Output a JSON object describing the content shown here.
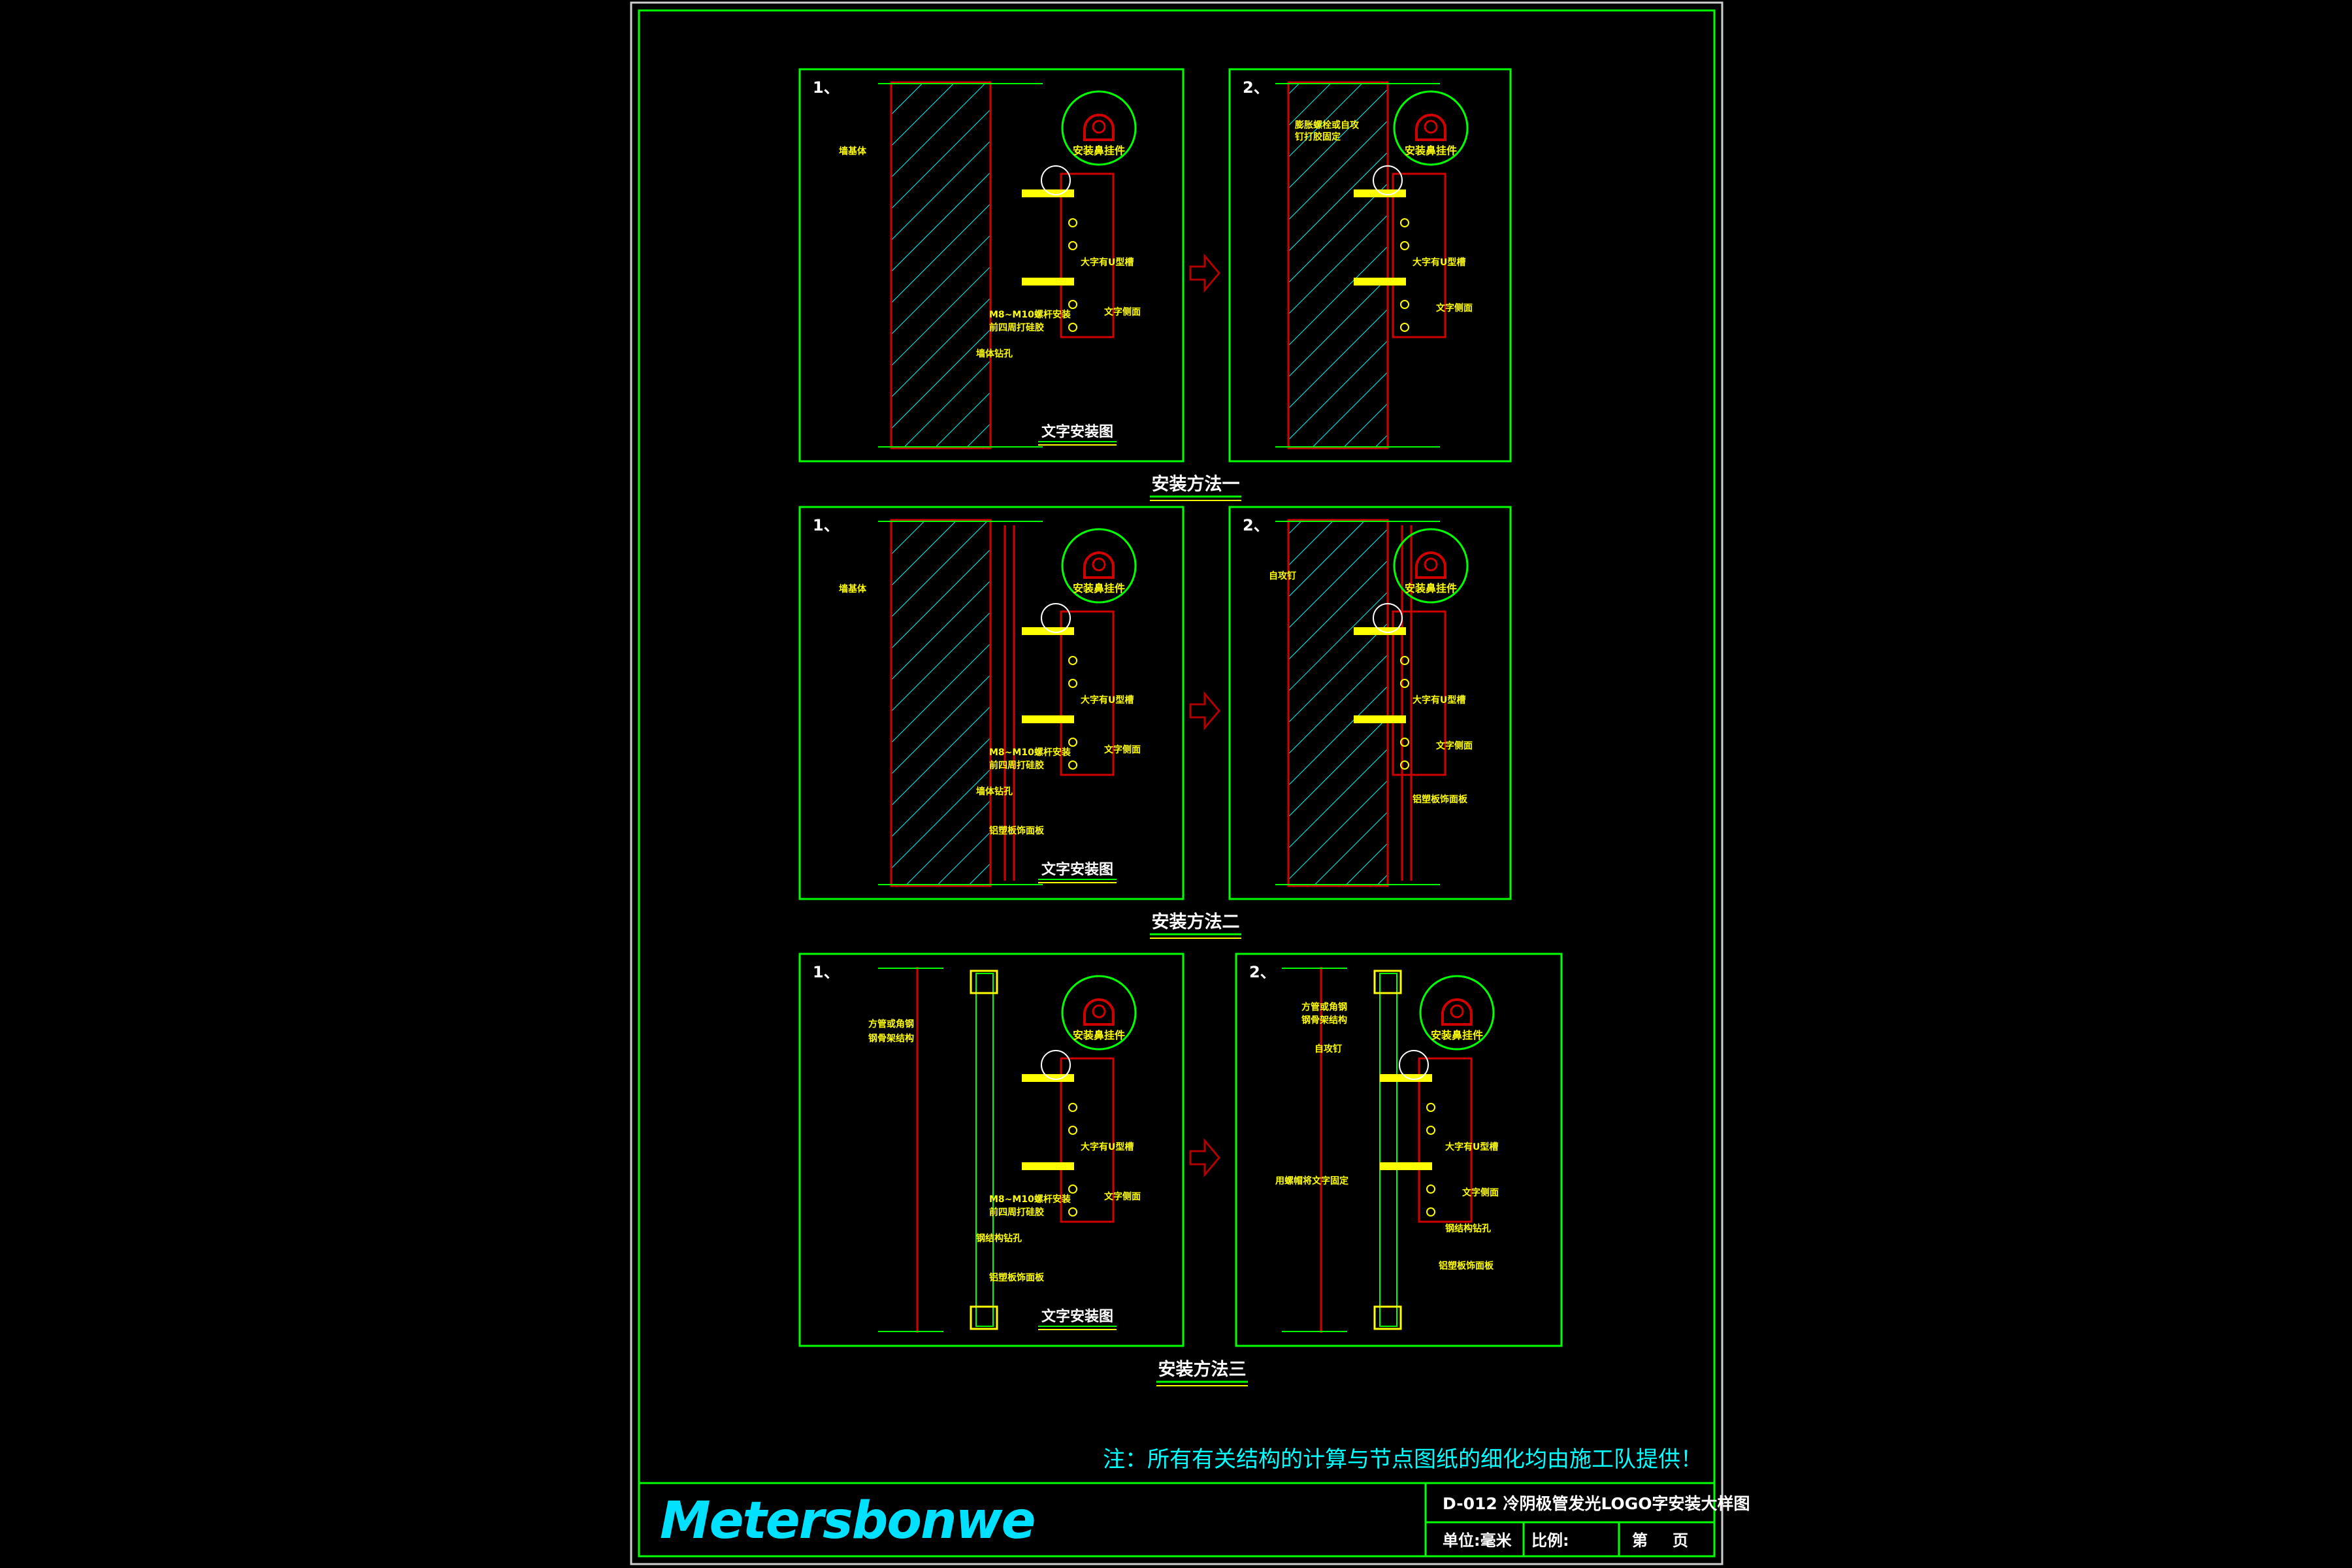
{
  "colors": {
    "background": "#000000",
    "frame": "#00ff00",
    "wall_hatch": "#00ffff",
    "section_red": "#d00000",
    "annotation": "#ffff00",
    "title": "#ffffff",
    "note": "#00ffff",
    "logo": "#00e0ff",
    "arrow": "#b00000"
  },
  "rows": [
    {
      "caption": "安装方法一",
      "left_panel": {
        "index": "1、",
        "detail_label": "安装鼻挂件",
        "labels": [
          "墙基体",
          "大字有U型槽",
          "文字侧面",
          "M8~M10螺杆安装",
          "前四周打硅胶",
          "墙体钻孔"
        ],
        "bottom_title": "文字安装图"
      },
      "right_panel": {
        "index": "2、",
        "detail_label": "安装鼻挂件",
        "labels": [
          "膨胀螺栓或自攻",
          "钉打胶固定",
          "大字有U型槽",
          "文字侧面"
        ]
      }
    },
    {
      "caption": "安装方法二",
      "left_panel": {
        "index": "1、",
        "detail_label": "安装鼻挂件",
        "labels": [
          "墙基体",
          "大字有U型槽",
          "文字侧面",
          "M8~M10螺杆安装",
          "前四周打硅胶",
          "墙体钻孔",
          "铝塑板饰面板"
        ],
        "bottom_title": "文字安装图"
      },
      "right_panel": {
        "index": "2、",
        "detail_label": "安装鼻挂件",
        "labels": [
          "自攻钉",
          "大字有U型槽",
          "文字侧面",
          "铝塑板饰面板"
        ]
      }
    },
    {
      "caption": "安装方法三",
      "left_panel": {
        "index": "1、",
        "detail_label": "安装鼻挂件",
        "labels": [
          "方管或角钢",
          "钢骨架结构",
          "大字有U型槽",
          "文字侧面",
          "M8~M10螺杆安装",
          "前四周打硅胶",
          "钢结构钻孔",
          "铝塑板饰面板"
        ],
        "bottom_title": "文字安装图"
      },
      "right_panel": {
        "index": "2、",
        "detail_label": "安装鼻挂件",
        "labels": [
          "方管或角钢",
          "钢骨架结构",
          "自攻钉",
          "大字有U型槽",
          "用螺帽将文字固定",
          "文字侧面",
          "钢结构钻孔",
          "铝塑板饰面板"
        ]
      }
    }
  ],
  "note": "注：所有有关结构的计算与节点图纸的细化均由施工队提供！",
  "title_block": {
    "logo": "Metersbonwe",
    "drawing_title": "D-012 冷阴极管发光LOGO字安装大样图",
    "unit": "单位:毫米",
    "scale": "比例:",
    "page_prefix": "第",
    "page_suffix": "页"
  }
}
